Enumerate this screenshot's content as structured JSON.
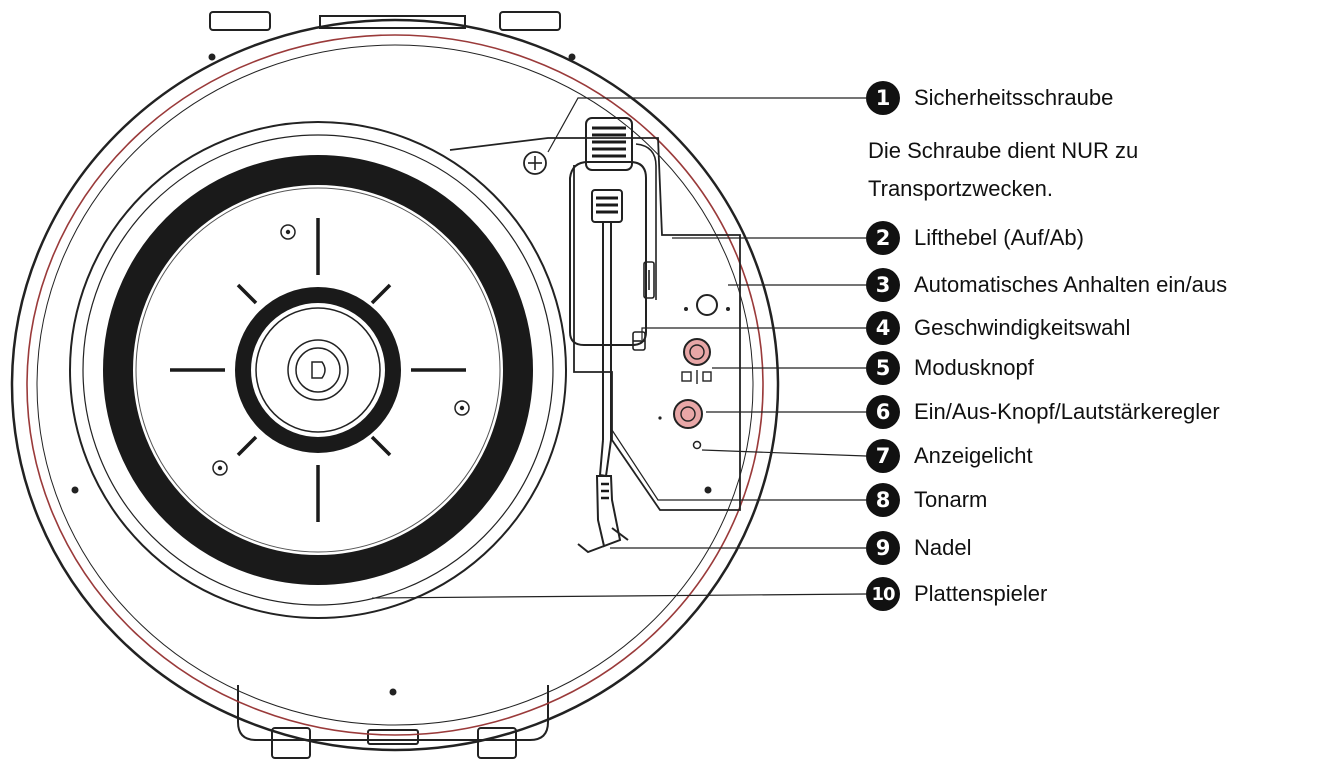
{
  "colors": {
    "ink": "#111111",
    "outline": "#222222",
    "rim_red": "#9a3a3a",
    "knob_pink": "#e8a7a7"
  },
  "callouts": [
    {
      "num": "1",
      "label": "Sicherheitsschraube",
      "target": "safety-screw"
    },
    {
      "num": "2",
      "label": "Lifthebel (Auf/Ab)",
      "target": "lift-lever"
    },
    {
      "num": "3",
      "label": "Automatisches Anhalten ein/aus",
      "target": "auto-stop-switch"
    },
    {
      "num": "4",
      "label": "Geschwindigkeitswahl",
      "target": "speed-selector"
    },
    {
      "num": "5",
      "label": "Modusknopf",
      "target": "mode-knob"
    },
    {
      "num": "6",
      "label": "Ein/Aus-Knopf/Lautstärkeregler",
      "target": "power-volume-knob"
    },
    {
      "num": "7",
      "label": "Anzeigelicht",
      "target": "indicator-light"
    },
    {
      "num": "8",
      "label": "Tonarm",
      "target": "tonearm"
    },
    {
      "num": "9",
      "label": "Nadel",
      "target": "needle"
    },
    {
      "num": "10",
      "label": "Plattenspieler",
      "target": "platter"
    }
  ],
  "note": {
    "line1": "Die Schraube dient NUR zu",
    "line2": "Transportzwecken."
  }
}
